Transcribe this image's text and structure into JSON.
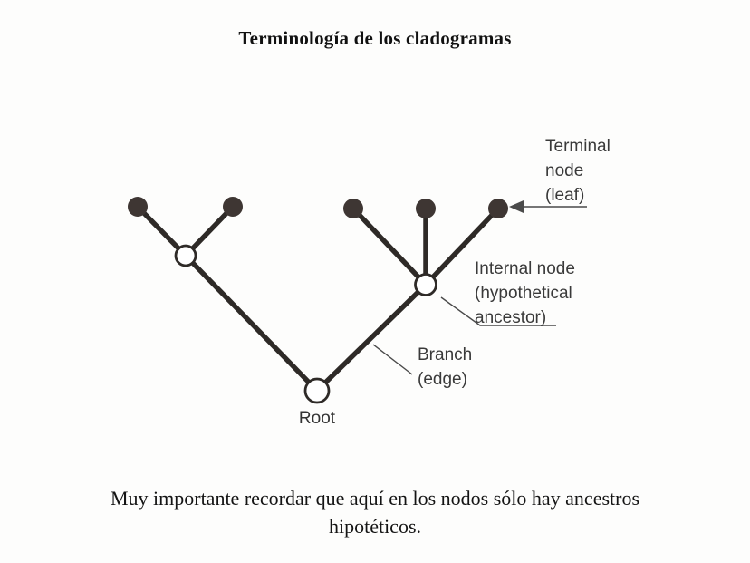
{
  "title": "Terminología de los cladogramas",
  "figure": {
    "labels": {
      "terminal_node": [
        "Terminal",
        "node",
        "(leaf)"
      ],
      "internal_node": [
        "Internal node",
        "(hypothetical",
        "ancestor)"
      ],
      "branch": [
        "Branch",
        "(edge)"
      ],
      "root": "Root"
    },
    "structure": {
      "type": "rooted cladogram",
      "root_children": 2,
      "left_internal_leaf_count": 2,
      "right_internal_leaf_count": 3,
      "terminal_node_count": 5,
      "internal_node_count": 2
    },
    "colors": {
      "branch_line": "#2e2a27",
      "terminal_node_fill": "#3e3633",
      "open_node_fill": "#ffffff",
      "node_stroke": "#2e2a27",
      "leader_line": "#4a4a4a"
    }
  },
  "footer": {
    "line1": "Muy importante recordar que aquí en los nodos sólo hay ancestros",
    "line2": "hipotéticos."
  }
}
